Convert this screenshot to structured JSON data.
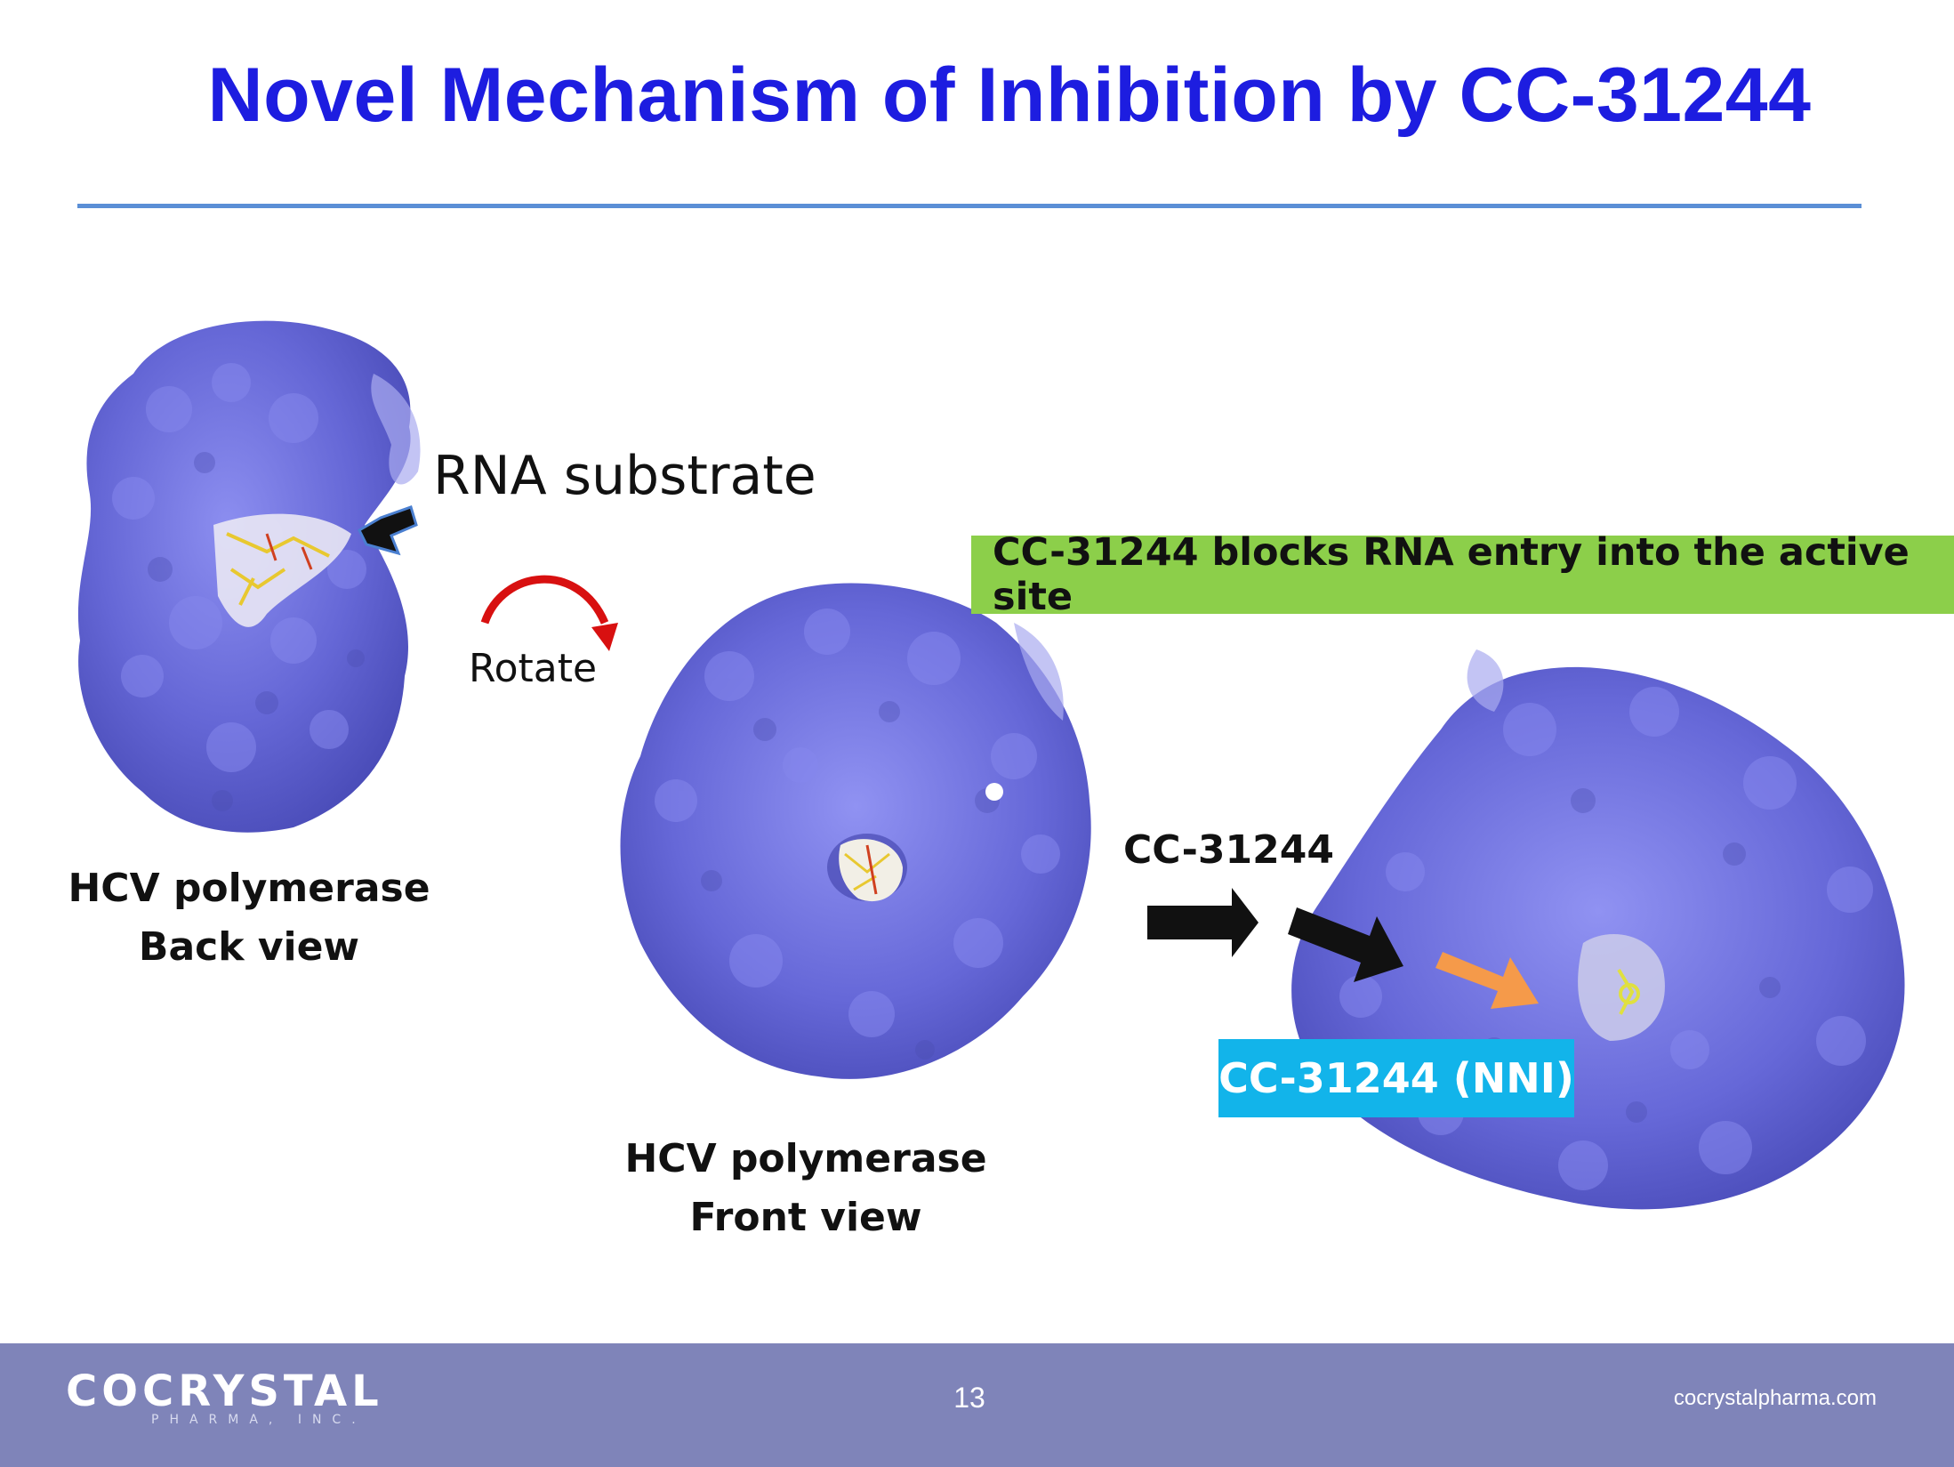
{
  "slide": {
    "title": "Novel Mechanism of Inhibition by CC-31244",
    "rna_label": "RNA substrate",
    "rotate_label": "Rotate",
    "back_view": {
      "line1": "HCV polymerase",
      "line2": "Back view"
    },
    "front_view": {
      "line1": "HCV polymerase",
      "line2": "Front view"
    },
    "compound_label": "CC-31244",
    "banner": "CC-31244 blocks RNA entry into the active site",
    "badge": "CC-31244 (NNI)",
    "page_number": "13",
    "logo_text": "COCRYSTAL",
    "logo_subtext": "PHARMA, INC.",
    "website": "cocrystalpharma.com"
  },
  "colors": {
    "title": "#1d1de0",
    "rule": "#5b8fd6",
    "protein": "#6a6cd8",
    "banner": "#8ccf4a",
    "badge": "#12b4ea",
    "footer": "#7f84b9",
    "rotate_arrow": "#d81010",
    "inhibitor_arrow": "#f59a4a"
  }
}
